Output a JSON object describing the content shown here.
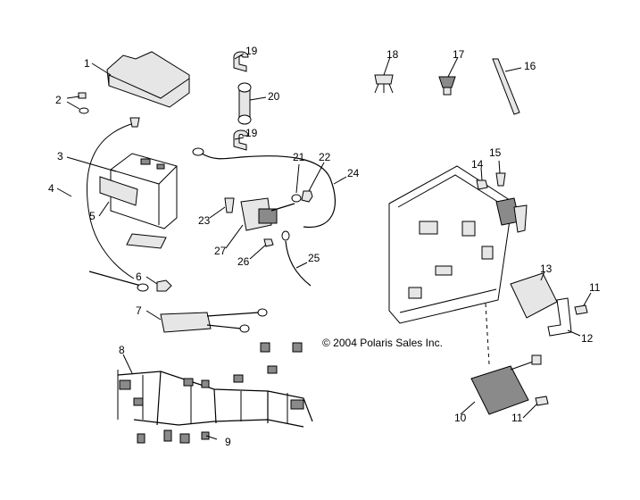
{
  "copyright": "© 2004 Polaris Sales Inc.",
  "callouts": {
    "c1": "1",
    "c2": "2",
    "c3": "3",
    "c4": "4",
    "c5": "5",
    "c6": "6",
    "c7": "7",
    "c8": "8",
    "c9": "9",
    "c10": "10",
    "c11a": "11",
    "c11b": "11",
    "c12": "12",
    "c13": "13",
    "c14": "14",
    "c15": "15",
    "c16": "16",
    "c17": "17",
    "c18": "18",
    "c19a": "19",
    "c19b": "19",
    "c20": "20",
    "c21": "21",
    "c22": "22",
    "c23": "23",
    "c24": "24",
    "c25": "25",
    "c26": "26",
    "c27": "27"
  }
}
